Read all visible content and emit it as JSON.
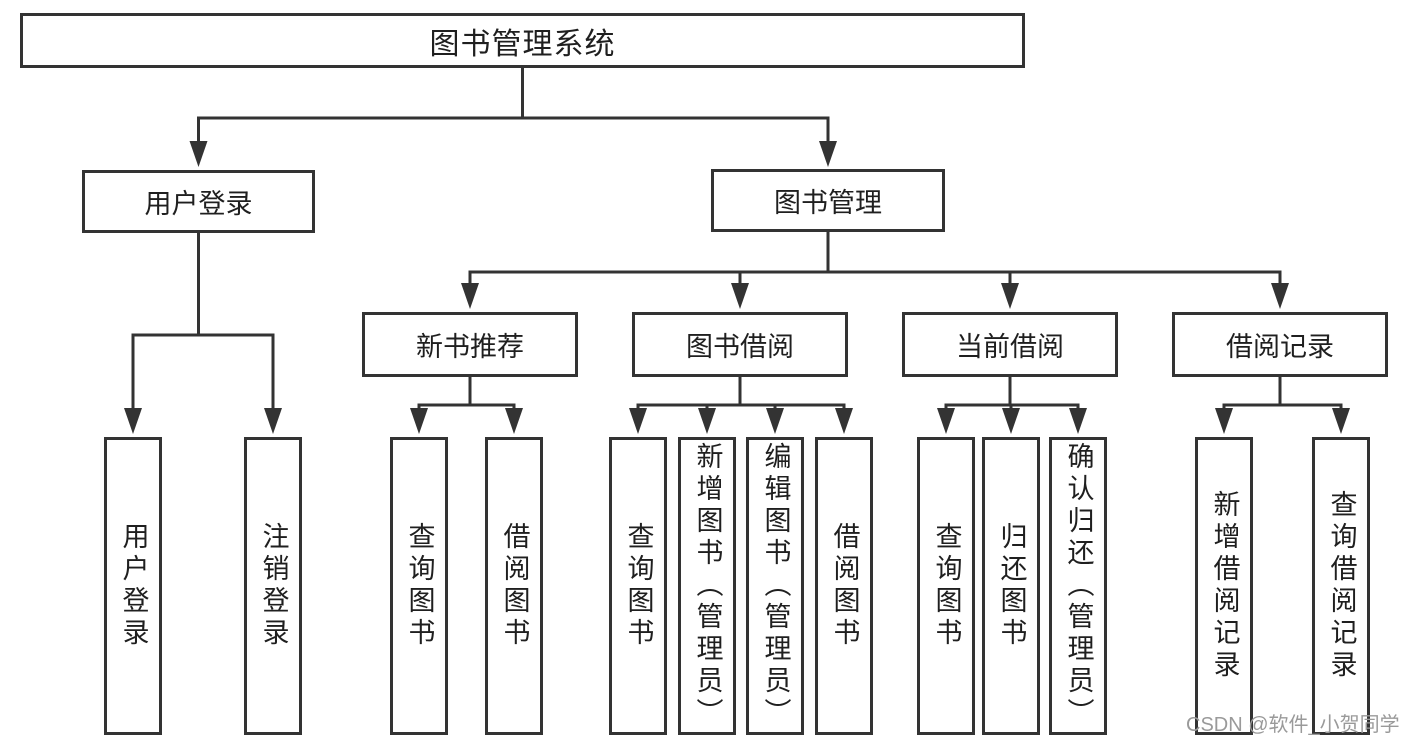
{
  "diagram": {
    "root": "图书管理系统",
    "branches": [
      {
        "label": "用户登录",
        "children": [
          "用户登录",
          "注销登录"
        ]
      },
      {
        "label": "图书管理",
        "sections": [
          {
            "label": "新书推荐",
            "children": [
              "查询图书",
              "借阅图书"
            ]
          },
          {
            "label": "图书借阅",
            "children": [
              "查询图书",
              "新增图书（管理员）",
              "编辑图书（管理员）",
              "借阅图书"
            ]
          },
          {
            "label": "当前借阅",
            "children": [
              "查询图书",
              "归还图书",
              "确认归还（管理员）"
            ]
          },
          {
            "label": "借阅记录",
            "children": [
              "新增借阅记录",
              "查询借阅记录"
            ]
          }
        ]
      }
    ]
  },
  "watermark": "CSDN @软件_小贺同学",
  "colors": {
    "line": "#333333",
    "text": "#1f1f1f",
    "watermark": "#9a9a9a",
    "background": "#ffffff"
  }
}
